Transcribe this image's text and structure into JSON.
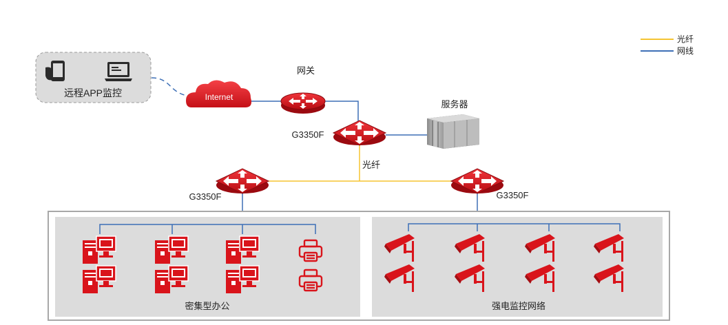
{
  "legend": {
    "fiber": {
      "label": "光纤",
      "color": "#f5c431"
    },
    "ethernet": {
      "label": "网线",
      "color": "#3d6fb6"
    }
  },
  "remote": {
    "label": "远程APP监控",
    "icons": [
      "phone-icon",
      "laptop-icon"
    ]
  },
  "internet": {
    "label": "Internet"
  },
  "gateway": {
    "label": "网关"
  },
  "core_switch": {
    "label": "G3350F"
  },
  "server": {
    "label": "服务器"
  },
  "fiber_link_label": "光纤",
  "left_switch": {
    "label": "G3350F"
  },
  "right_switch": {
    "label": "G3350F"
  },
  "office_zone": {
    "label": "密集型办公",
    "devices": [
      "computer",
      "computer",
      "computer",
      "printer",
      "computer",
      "computer",
      "computer",
      "printer"
    ]
  },
  "surveillance_zone": {
    "label": "强电监控网络",
    "devices": [
      "camera",
      "camera",
      "camera",
      "camera",
      "camera",
      "camera",
      "camera",
      "camera"
    ]
  },
  "colors": {
    "device_red": "#d9141b",
    "panel_gray": "#dcdcdc",
    "frame_gray": "#a8a8a8"
  }
}
